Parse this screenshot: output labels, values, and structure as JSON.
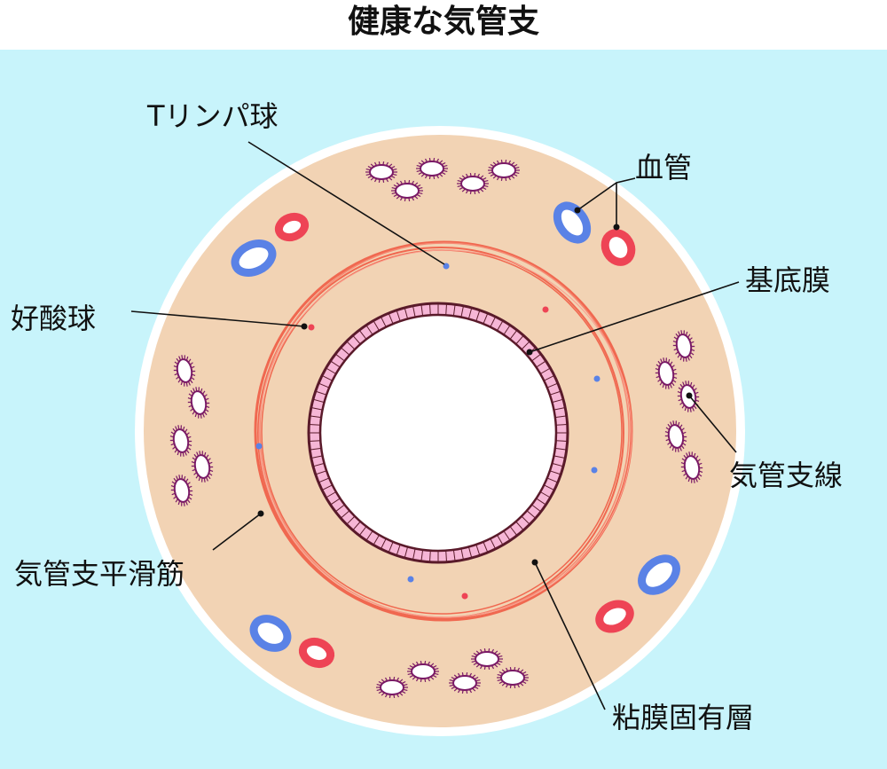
{
  "title": "健康な気管支",
  "labels": {
    "t_lymphocyte": "Tリンパ球",
    "blood_vessel": "血管",
    "basement_membrane": "基底膜",
    "eosinophil": "好酸球",
    "bronchial_gland": "気管支線",
    "bronchial_smooth_muscle": "気管支平滑筋",
    "lamina_propria": "粘膜固有層"
  },
  "colors": {
    "background": "#c8f4fb",
    "outer_ring": "#ffffff",
    "tissue": "#f2d3b4",
    "smooth_muscle": "#f06850",
    "epithelium": "#f6b6d6",
    "epithelium_border": "#5a1a2a",
    "lumen": "#ffffff",
    "vein": "#5a82e6",
    "artery": "#ee4455",
    "gland": "#7a1a66",
    "leader_line": "#111111"
  }
}
